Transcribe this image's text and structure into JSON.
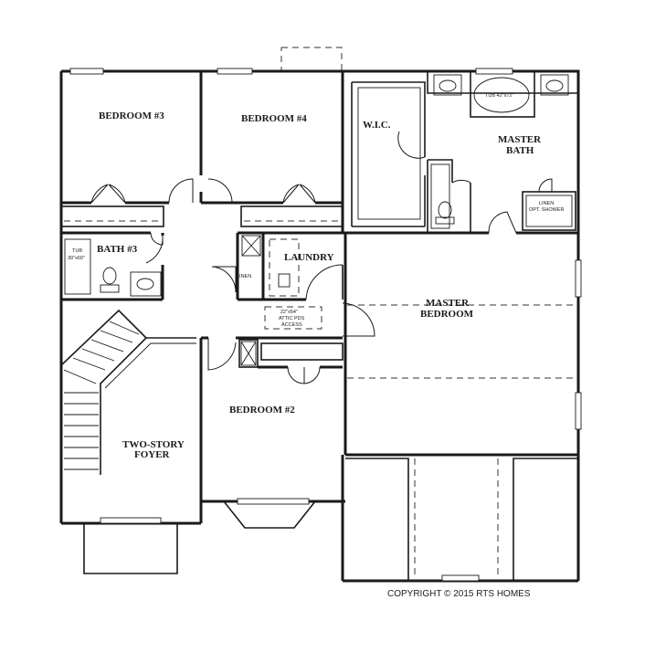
{
  "rooms": {
    "bedroom3": "BEDROOM #3",
    "bedroom4": "BEDROOM #4",
    "wic": "W.I.C.",
    "master_bath_line1": "MASTER",
    "master_bath_line2": "BATH",
    "bath3": "BATH #3",
    "laundry": "LAUNDRY",
    "master_bedroom_line1": "MASTER",
    "master_bedroom_line2": "BEDROOM",
    "bedroom2": "BEDROOM #2",
    "foyer_line1": "TWO-STORY",
    "foyer_line2": "FOYER"
  },
  "fixtures": {
    "tub_line1": "TUB",
    "tub_line2": "30\"x60\"",
    "linen_hall": "LINEN",
    "linen_bath_line1": "LINEN",
    "linen_bath_line2": "OPT. SHOWER",
    "attic_line1": "22\"x54\"",
    "attic_line2": "ATTIC PDS",
    "attic_line3": "ACCESS",
    "master_tub": "TUB 42\"x72\""
  },
  "copyright": "COPYRIGHT © 2015 RTS HOMES"
}
